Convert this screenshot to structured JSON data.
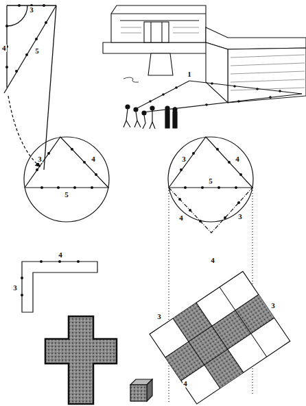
{
  "diagram": {
    "labels": [
      "3",
      "4",
      "5",
      "1",
      "3",
      "4",
      "5",
      "3",
      "4",
      "5",
      "4",
      "3",
      "4",
      "3",
      "3",
      "4",
      "4",
      "3"
    ]
  }
}
